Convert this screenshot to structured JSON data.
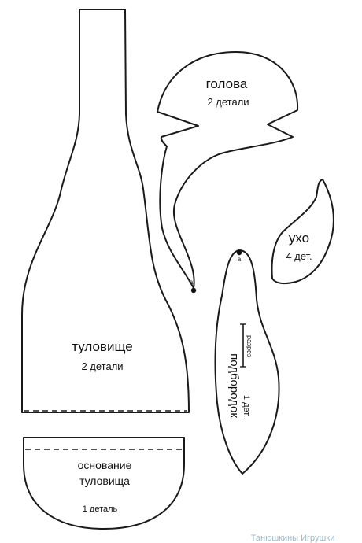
{
  "pieces": {
    "head": {
      "name": "голова",
      "count": "2 детали"
    },
    "ear": {
      "name": "ухо",
      "count": "4 дет."
    },
    "body": {
      "name": "туловище",
      "count": "2 детали"
    },
    "base": {
      "name_line1": "основание",
      "name_line2": "туловища",
      "count": "1 деталь"
    },
    "chin": {
      "name": "подбородок",
      "count": "1 дет.",
      "slit": "разрез"
    }
  },
  "markers": {
    "head_point": "а",
    "chin_point": "а"
  },
  "watermark": "Танюшкины Игрушки"
}
